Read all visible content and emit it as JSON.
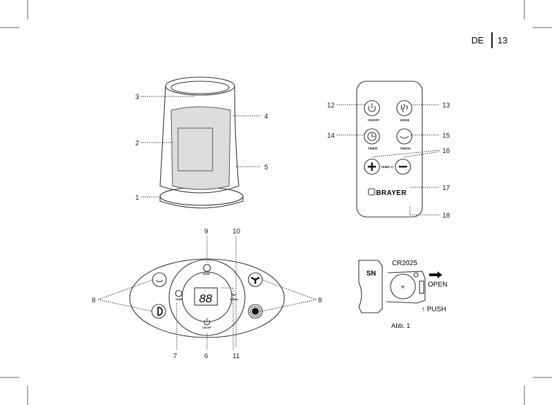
{
  "header": {
    "language": "DE",
    "page_number": "13"
  },
  "heater": {
    "callouts": [
      "1",
      "2",
      "3",
      "4",
      "5"
    ]
  },
  "remote": {
    "callouts": {
      "power": "12",
      "mode": "13",
      "timer": "14",
      "swing": "15",
      "temp": "16",
      "body": "17",
      "battery": "18"
    },
    "buttons": {
      "power": "ON/OFF",
      "mode": "MODE",
      "timer": "TIMER",
      "swing": "SWING",
      "temp": "TEMP.°C"
    },
    "brand": "BRAYER"
  },
  "panel": {
    "display": "88",
    "callouts": {
      "mode": "9",
      "swing": "10",
      "side_left": "8",
      "side_right": "8",
      "timer": "7",
      "power": "6",
      "display": "11"
    },
    "labels": {
      "mode": "MODE",
      "timer": "TIMER",
      "swing": "SWING",
      "power": "ON/OFF"
    }
  },
  "battery": {
    "cover": "SN",
    "type": "CR2025",
    "polarity": "+",
    "open": "OPEN",
    "push": "↑ PUSH",
    "caption": "Abb. 1"
  }
}
